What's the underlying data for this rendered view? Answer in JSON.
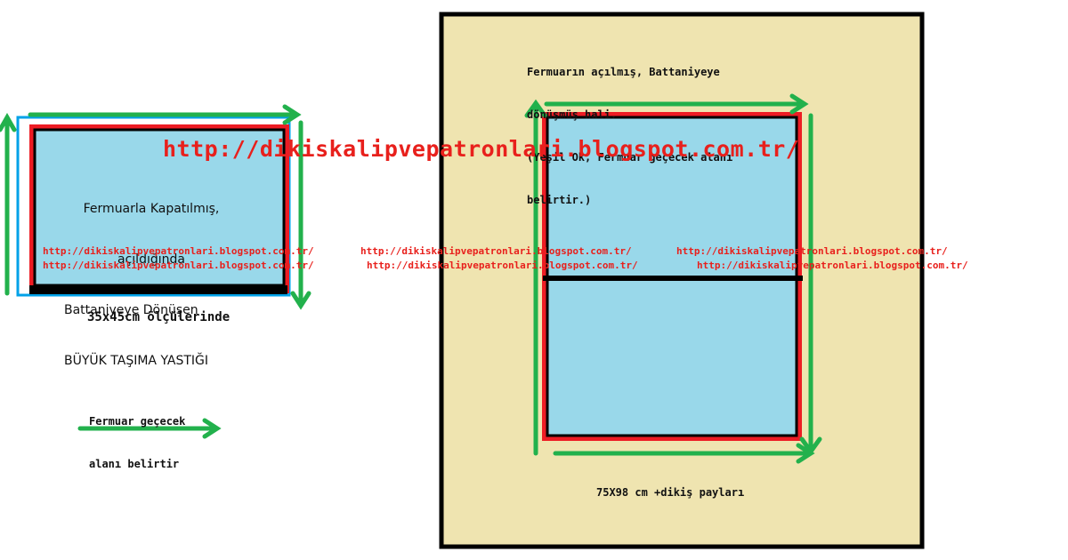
{
  "left_pillow": {
    "title_lines": [
      "Fermuarla Kapatılmış,",
      "açıldığında",
      "Battaniyeye Dönüşen",
      "BÜYÜK TAŞIMA YASTIĞI"
    ],
    "size_label": "35x45cm ölçülerinde"
  },
  "legend": {
    "lines": [
      "Fermuar geçecek",
      "alanı belirtir"
    ]
  },
  "right_blanket": {
    "caption_lines": [
      "Fermuarın açılmış, Battaniyeye",
      "dönüşmüş hali.",
      "(Yeşil Ok, Fermuar geçecek alanı",
      "belirtir.)"
    ],
    "size_label": "75X98 cm +dikiş payları"
  },
  "watermarks": {
    "main": "http://dikiskalipvepatronlari.blogspot.com.tr/",
    "row1": [
      "http://dikiskalipvepatronlari.blogspot.com.tr/",
      "http://dikiskalipvepatronlari.blogspot.com.tr/",
      "http://dikiskalipvepatronlari.blogspot.com.tr/"
    ],
    "row2": [
      "http://dikiskalipvepatronlari.blogspot.com.tr/",
      "http://dikiskalipvepatronlari.blogspot.com.tr/",
      "http://dikiskalipvepatronlari.blogspot.com.tr/"
    ]
  },
  "colors": {
    "fabric": "#99d8ea",
    "frame_red": "#ed1c24",
    "arrow_green": "#22b14c",
    "outline_blue": "#00a2e8",
    "background_tan": "#efe4b0",
    "border_black": "#000000",
    "watermark_red": "#e8201c"
  }
}
